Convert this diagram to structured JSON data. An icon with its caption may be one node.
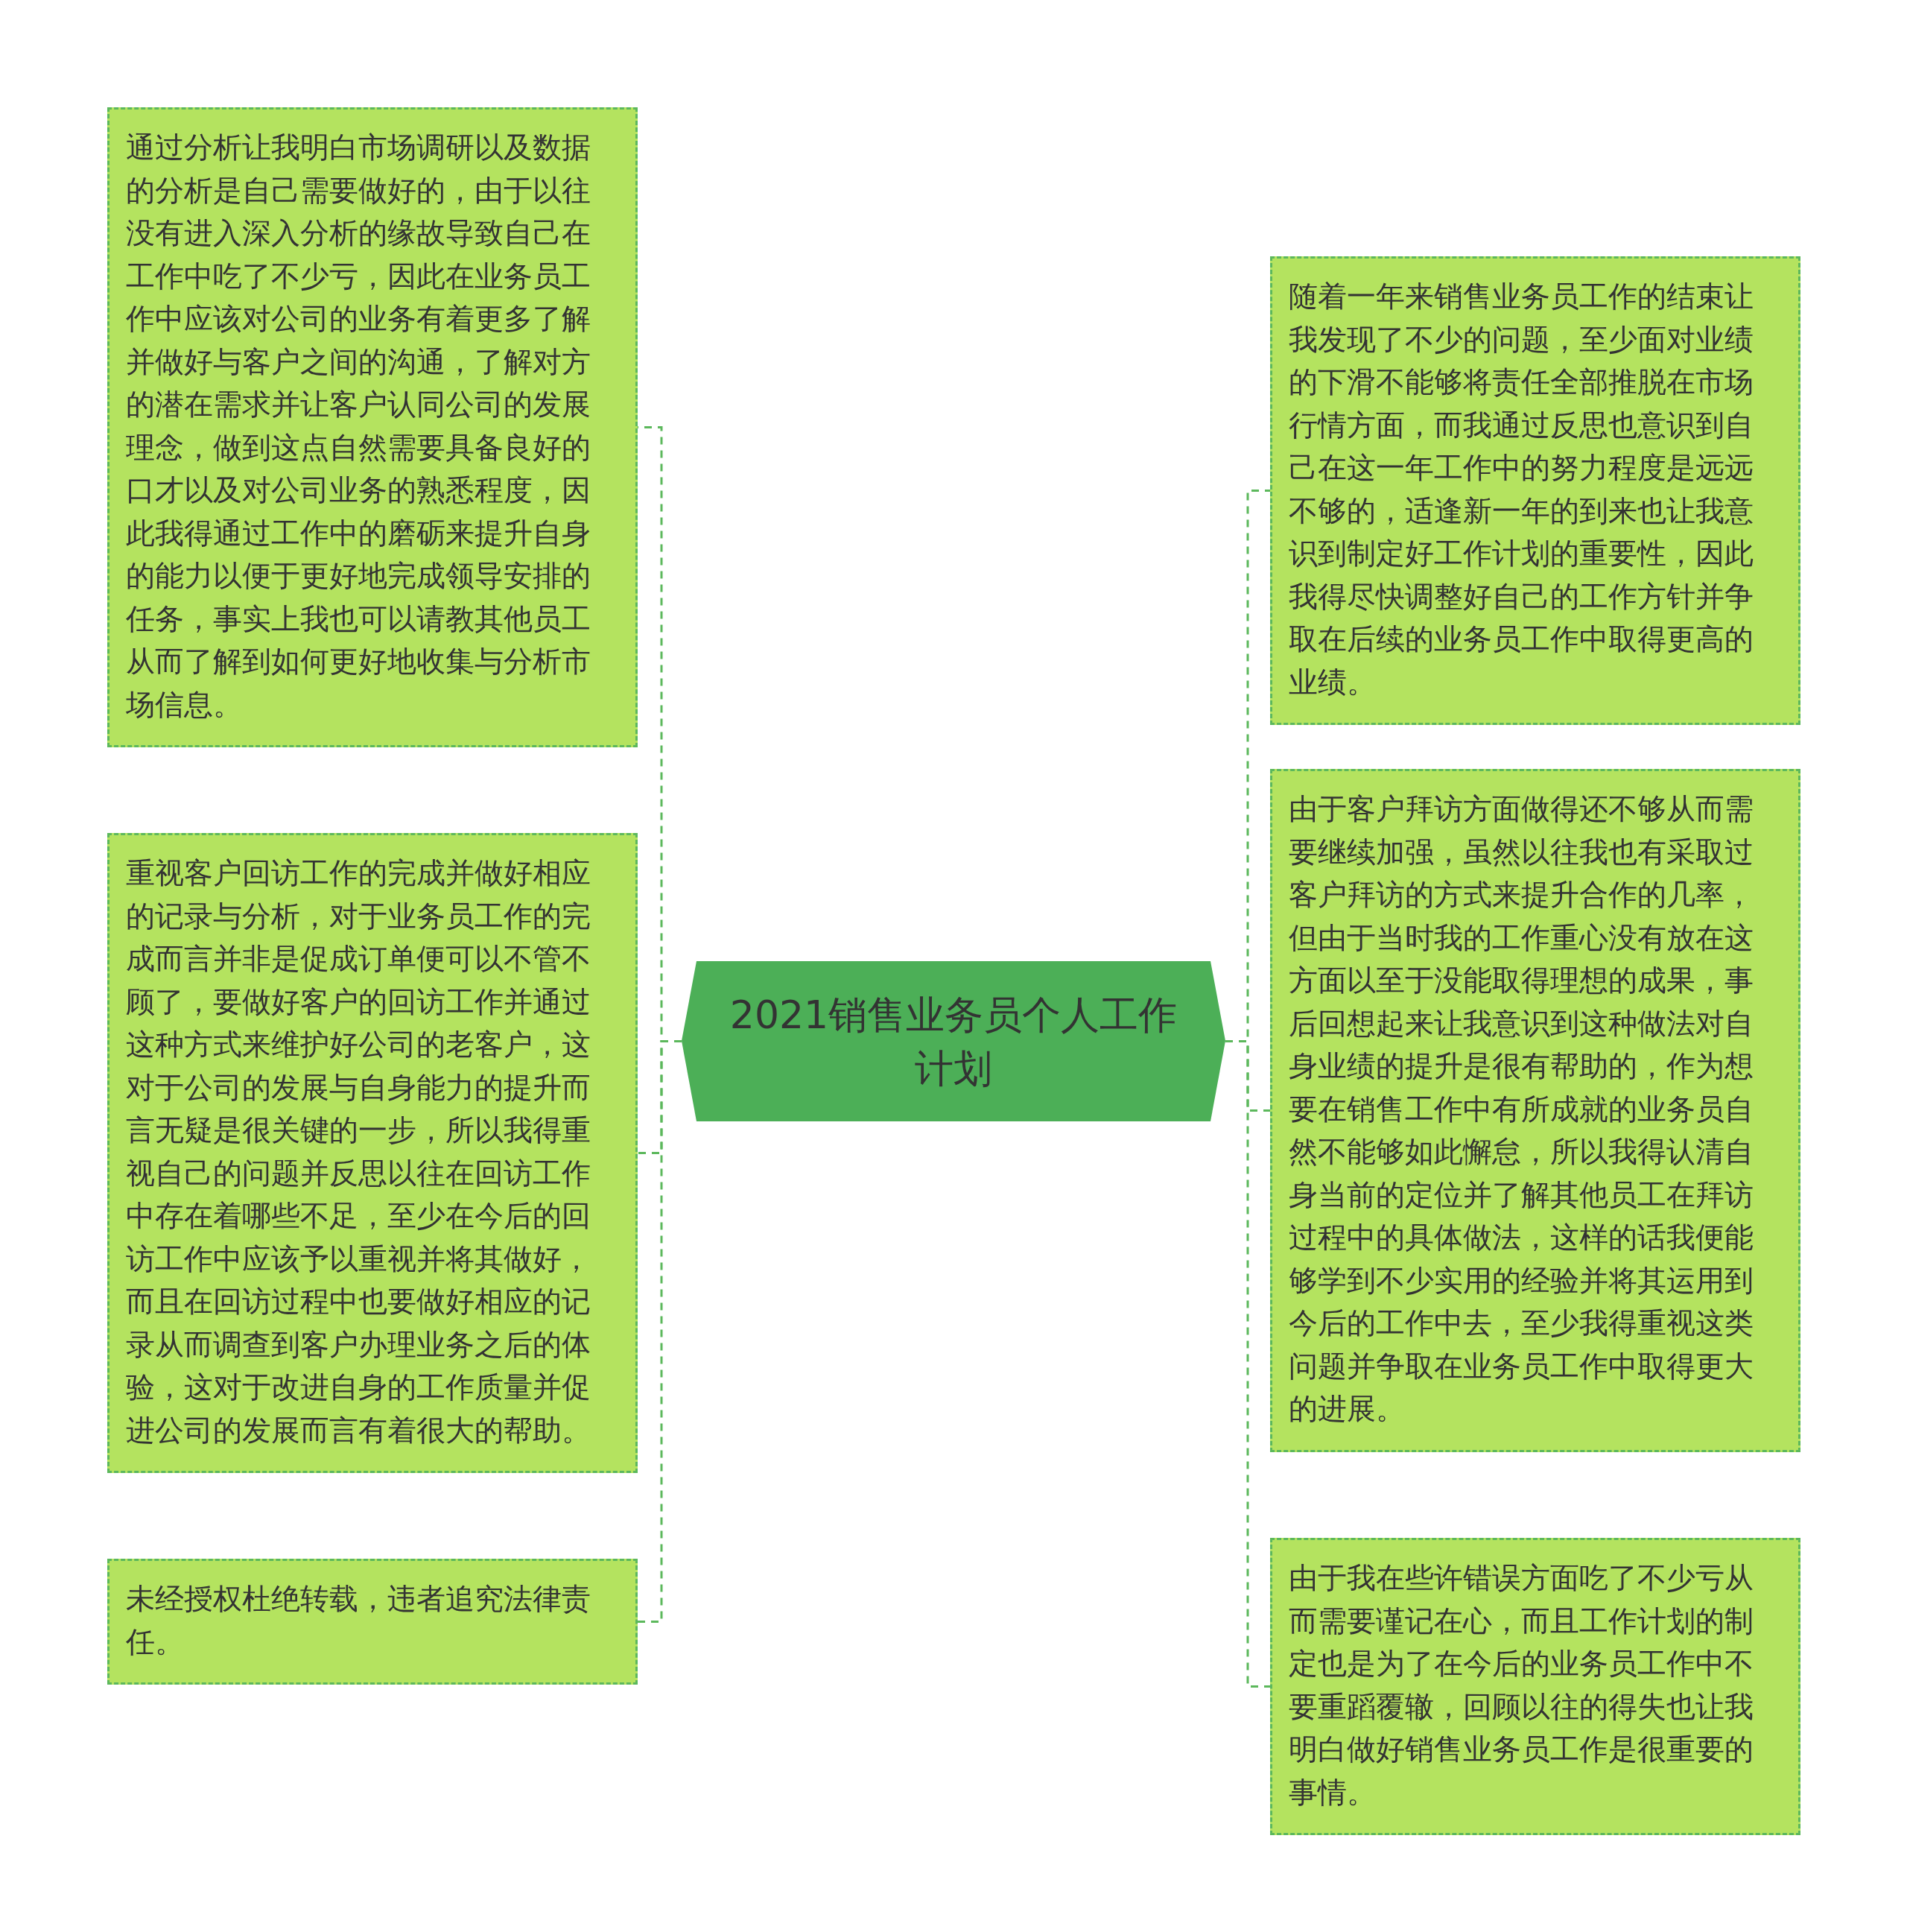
{
  "diagram": {
    "nodes": [
      {
        "text": [
          "2021销售业务员个人工作计划"
        ]
      },
      {
        "text": [
          "通过分析让我明白市场调研以及数据的分析是自己需要做好的，由于以往没有进入深入分析的缘故导致自己在工作中吃了不少亏，因此在业务员工作中应该对公司的业务有着更多了解并做好与客户之间的沟通，了解对方的潜在需求并让客户认同公司的发展理念，做到这点自然需要具备良好的口才以及对公司业务的熟悉程度，因此我得通过工作中的磨砺来提升自身的能力以便于更好地完成领导安排的任务，事实上我也可以请教其他员工从而了解到如何更好地收集与分析市场信息。"
        ]
      },
      {
        "text": [
          "重视客户回访工作的完成并做好相应的记录与分析，对于业务员工作的完成而言并非是促成订单便可以不管不顾了，要做好客户的回访工作并通过这种方式来维护好公司的老客户，这对于公司的发展与自身能力的提升而言无疑是很关键的一步，所以我得重视自己的问题并反思以往在回访工作中存在着哪些不足，至少在今后的回访工作中应该予以重视并将其做好，而且在回访过程中也要做好相应的记录从而调查到客户办理业务之后的体验，这对于改进自身的工作质量并促进公司的发展而言有着很大的帮助。"
        ]
      },
      {
        "text": [
          "未经授权杜绝转载，违者追究法律责任。"
        ]
      },
      {
        "text": [
          "随着一年来销售业务员工作的结束让我发现了不少的问题，至少面对业绩的下滑不能够将责任全部推脱在市场行情方面，而我通过反思也意识到自己在这一年工作中的努力程度是远远不够的，适逢新一年的到来也让我意识到制定好工作计划的重要性，因此我得尽快调整好自己的工作方针并争取在后续的业务员工作中取得更高的业绩。"
        ]
      },
      {
        "text": [
          "由于客户拜访方面做得还不够从而需要继续加强，虽然以往我也有采取过客户拜访的方式来提升合作的几率，但由于当时我的工作重心没有放在这方面以至于没能取得理想的成果，事后回想起来让我意识到这种做法对自身业绩的提升是很有帮助的，作为想要在销售工作中有所成就的业务员自然不能够如此懈怠，所以我得认清自身当前的定位并了解其他员工在拜访过程中的具体做法，这样的话我便能够学到不少实用的经验并将其运用到今后的工作中去，至少我得重视这类问题并争取在业务员工作中取得更大的进展。"
        ]
      },
      {
        "text": [
          "由于我在些许错误方面吃了不少亏从而需要谨记在心，而且工作计划的制定也是为了在今后的业务员工作中不要重蹈覆辙，回顾以往的得失也让我明白做好销售业务员工作是很重要的事情。"
        ]
      }
    ],
    "edges": [
      {
        "from": 0,
        "to": 1,
        "arrow": "none"
      },
      {
        "from": 0,
        "to": 2,
        "arrow": "none"
      },
      {
        "from": 0,
        "to": 3,
        "arrow": "none"
      },
      {
        "from": 0,
        "to": 4,
        "arrow": "none"
      },
      {
        "from": 0,
        "to": 5,
        "arrow": "none"
      },
      {
        "from": 0,
        "to": 6,
        "arrow": "none"
      }
    ]
  }
}
